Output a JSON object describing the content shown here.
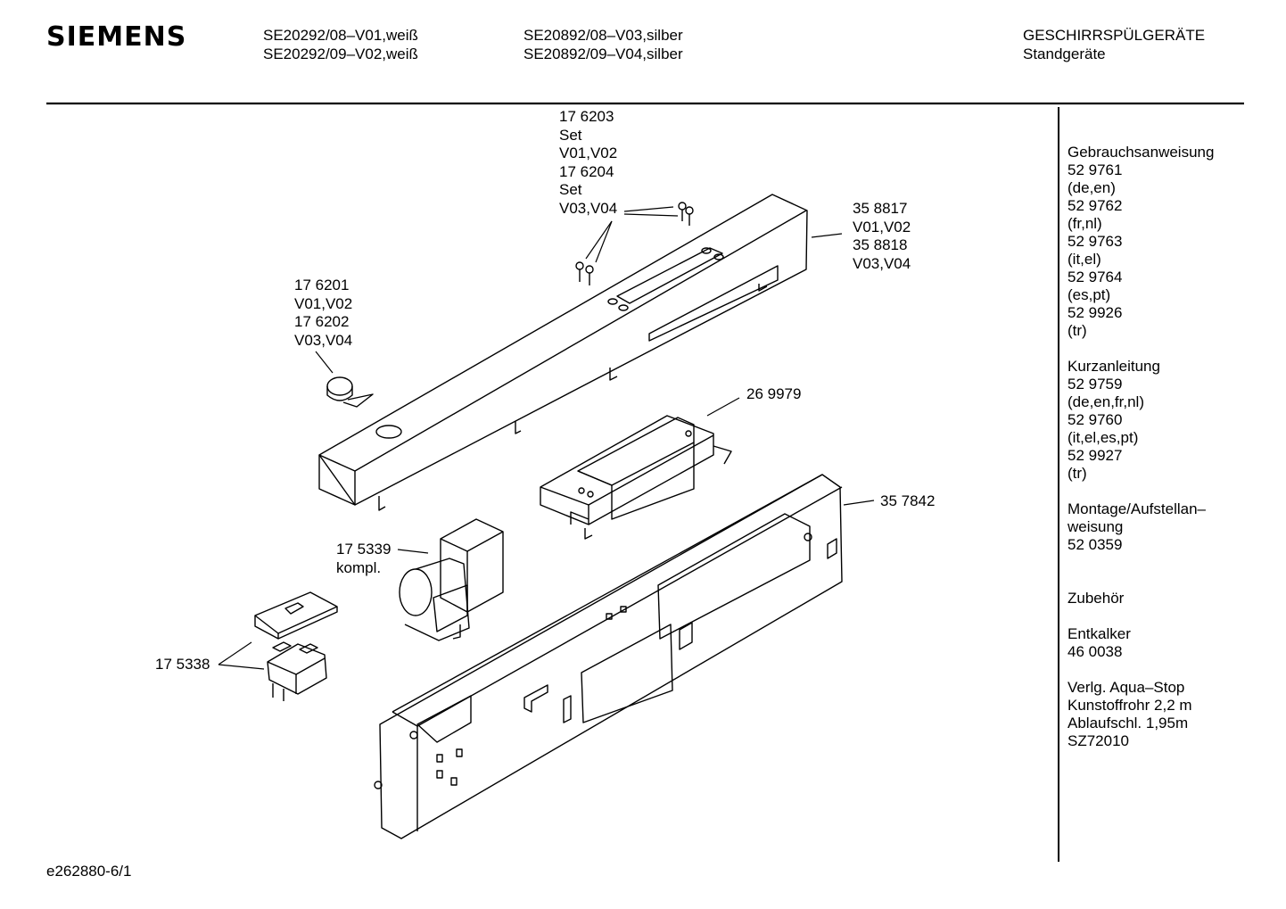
{
  "header": {
    "brand": "SIEMENS",
    "models_col1": [
      "SE20292/08–V01,weiß",
      "SE20292/09–V02,weiß"
    ],
    "models_col2": [
      "SE20892/08–V03,silber",
      "SE20892/09–V04,silber"
    ],
    "category": [
      "GESCHIRRSPÜLGERÄTE",
      "Standgeräte"
    ]
  },
  "callouts": {
    "knob_set": [
      "17 6203",
      "Set",
      "V01,V02",
      "17 6204",
      "Set",
      "V03,V04"
    ],
    "panel": [
      "35 8817",
      "V01,V02",
      "35 8818",
      "V03,V04"
    ],
    "button": [
      "17 6201",
      "V01,V02",
      "17 6202",
      "V03,V04"
    ],
    "display_module": [
      "26 9979"
    ],
    "door_lock": [
      "17 5339",
      "kompl."
    ],
    "mains_switch": [
      "17 5338"
    ],
    "control_housing": [
      "35 7842"
    ]
  },
  "sidebar": {
    "gebrauch_title": "Gebrauchsanweisung",
    "gebrauch_items": [
      "52 9761",
      "(de,en)",
      "52 9762",
      "(fr,nl)",
      "52 9763",
      "(it,el)",
      "52 9764",
      "(es,pt)",
      "52 9926",
      "(tr)"
    ],
    "kurz_title": "Kurzanleitung",
    "kurz_items": [
      "52 9759",
      "(de,en,fr,nl)",
      "52 9760",
      "(it,el,es,pt)",
      "52 9927",
      "(tr)"
    ],
    "montage_title": [
      "Montage/Aufstellan–",
      "weisung"
    ],
    "montage_items": [
      "52 0359"
    ],
    "zubehoer_title": "Zubehör",
    "entkalker_title": "Entkalker",
    "entkalker_items": [
      "46 0038"
    ],
    "aquastop_title": "Verlg. Aqua–Stop",
    "aquastop_items": [
      "Kunstoffrohr 2,2 m",
      "Ablaufschl. 1,95m",
      "SZ72010"
    ]
  },
  "footer": {
    "drawing_id": "e262880-6/1"
  }
}
